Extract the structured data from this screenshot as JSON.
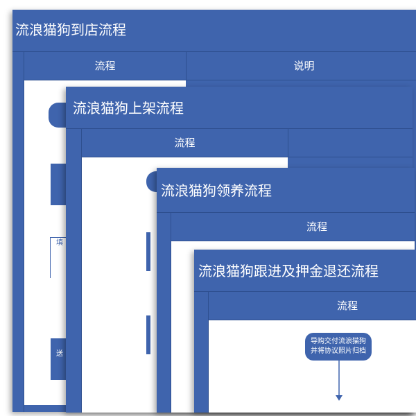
{
  "colors": {
    "header_blue": "#3f64ad",
    "grid_line": "#2e4f8f",
    "canvas": "#ffffff"
  },
  "card1": {
    "title": "流浪猫狗到店流程",
    "col_flow": "流程",
    "col_desc": "说明",
    "partial_label_1": "填",
    "partial_label_2": "送"
  },
  "card2": {
    "title": "流浪猫狗上架流程",
    "col_flow": "流程"
  },
  "card3": {
    "title": "流浪猫狗领养流程",
    "col_flow": "流程"
  },
  "card4": {
    "title": "流浪猫狗跟进及押金退还流程",
    "col_flow": "流程",
    "start_node_line1": "导购交付流浪猫狗",
    "start_node_line2": "并将协议照片归档"
  }
}
